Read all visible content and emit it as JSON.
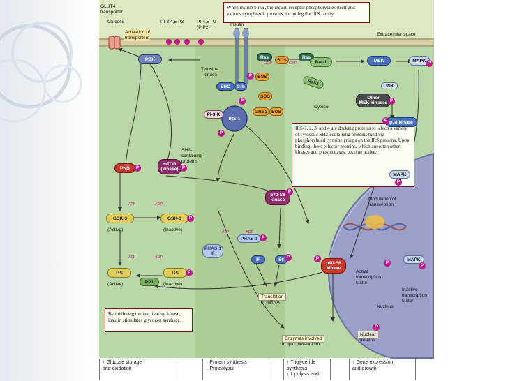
{
  "header_note": "When insulin binds, the insulin receptor phosphorylates itself and various cytoplasmic proteins, including the IRS family.",
  "irs_note": "IRS-1, 2, 3, and 4 are docking proteins to which a variety of cytosolic SH2-containing proteins bind via phosphorylated tyrosine groups on the IRS proteins. Upon binding, these effector proteins, which are often other kinases and phosphatases, become active.",
  "inhibit_note": "By inhibiting the inactivating kinase, insulin stimulates glycogen synthase.",
  "labels": {
    "glut4": "GLUT4",
    "transporter": "transporter",
    "glucose": "Glucose",
    "activation": "Activation of",
    "transporters": "transporters",
    "pi345": "PI-3,4,5-P3",
    "pi45": "PI-4,5-P2",
    "pip2": "(PIP2)",
    "insulin": "Insulin",
    "extracellular": "Extracellular space",
    "tyrosine": "Tyrosine",
    "kinase": "kinase",
    "cytosol": "Cytosol",
    "sh2_1": "SH2-",
    "sh2_2": "containing",
    "sh2_3": "proteins",
    "active1": "(Active)",
    "inactive1": "(Inactive)",
    "active2": "(Active)",
    "inactive2": "(Inactive)",
    "modulation1": "Modulation of",
    "modulation2": "transcription",
    "active_tf1": "Active",
    "active_tf2": "transcription",
    "active_tf3": "factor",
    "inactive_tf1": "Inactive",
    "inactive_tf2": "transcription",
    "inactive_tf3": "factor",
    "nucleus": "Nucleus",
    "translation1": "Translation",
    "translation2": "of mRNA",
    "enzymes1": "Enzymes involved",
    "enzymes2": "in lipid metabolism",
    "nuclear1": "Nuclear",
    "nuclear2": "proteins",
    "atp1": "ATP",
    "adp1": "ADP",
    "atp2": "ATP",
    "adp2": "ADP",
    "atp3": "ATP",
    "adp3": "ADP",
    "gdp": "GDP",
    "gtp": "GTP"
  },
  "nodes": {
    "pdk": "PDK",
    "pkb": "PKB",
    "mtor1": "mTOR",
    "mtor2": "(kinase)",
    "gsk3_active": "GSK-3",
    "gsk3_inactive": "GSK-3",
    "gs_active": "GS",
    "gs_inactive": "GS",
    "pp1": "PP1",
    "shc": "SHC",
    "grb": "Grb",
    "sos1": "SOS",
    "sos2": "SOS",
    "sos3": "SOS",
    "sos4": "SOS",
    "grb2": "GRB2",
    "ras1": "Ras",
    "ras2": "Ras",
    "raf1": "Raf-1",
    "raf2": "Raf-1",
    "mek": "MEK",
    "mapk_top": "MAPK",
    "jnk": "JNK",
    "other_mek1": "Other",
    "other_mek2": "MEK kinases",
    "p38": "p38 kinase",
    "mapk_nuc": "MAPK",
    "mapk_nuc2": "MAPK",
    "pi3k": "PI-3-K",
    "irs": "IRS-1",
    "p70_1": "p70-S6",
    "p70_2": "kinase",
    "phas1_p": "PHAS-1",
    "phas1_if_1": "PHAS-1",
    "phas1_if_2": "IF",
    "if": "IF",
    "s6": "S6",
    "p90_1": "p90-S6",
    "p90_2": "kinase",
    "p": "P"
  },
  "outcomes": [
    {
      "line1": "↑ Glucose storage",
      "line2": "and oxidation"
    },
    {
      "line1": "↑ Protein synthesis",
      "line2": "↓ Proteolysis"
    },
    {
      "line1": "↑ Triglyceride",
      "line2": "synthesis",
      "line3": "↓ Lipolysis and"
    },
    {
      "line1": "↑ Gene expression",
      "line2": "and growth"
    }
  ]
}
